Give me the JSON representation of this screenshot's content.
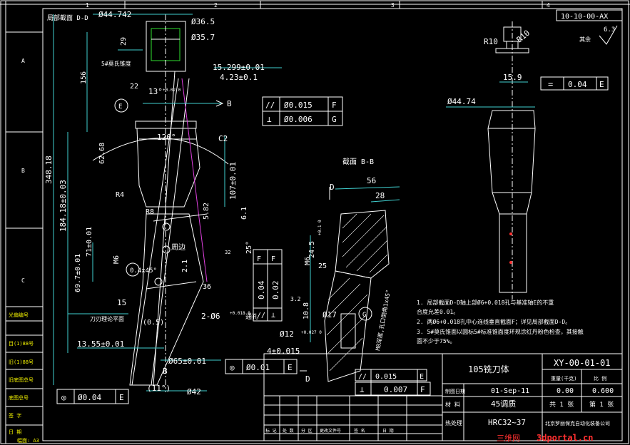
{
  "border": {
    "cols": [
      "1",
      "2",
      "3",
      "4"
    ],
    "rows": [
      "A",
      "B",
      "C"
    ]
  },
  "left_strip": [
    "光偏编号",
    "目(1)88号",
    "旧(1)88号",
    "旧底图总号",
    "底图总号",
    "签 字",
    "日 期"
  ],
  "sheet": {
    "label": "幅面: A3"
  },
  "drawing_no_top": "10-10-00-AX",
  "roughness": {
    "value": "6.3",
    "rest": "其余"
  },
  "section_dd": {
    "label": "局部截面 D-D",
    "dims": [
      "Ø44.742",
      "Ø36.5",
      "Ø35.7",
      "29",
      "156",
      "5#莫氏锥度",
      "15.299±0.01",
      "4.23±0.1",
      "22",
      "13°",
      "+0.02\n0",
      "B",
      "E"
    ]
  },
  "gdt_top": {
    "row1": [
      "//",
      "Ø0.015",
      "F"
    ],
    "row2": [
      "⊥",
      "Ø0.006",
      "G"
    ]
  },
  "main_dims": {
    "left": [
      "348.18",
      "184.18±0.03",
      "71±0.01",
      "69.7±0.01",
      "62.68"
    ],
    "center": [
      "120°",
      "C2",
      "R4",
      "R8",
      "5.82",
      "107±0.01",
      "6.1",
      "M6",
      "F",
      "0.4x45°",
      "周边",
      "32",
      "25°",
      "36",
      "2.1"
    ],
    "bottom": [
      "15",
      "刀刃理论平面",
      "(0.5)",
      "13.55±0.01",
      "Ø65±0.01",
      "(11°)",
      "Ø42",
      "B",
      "2-Ø6",
      "+0.018\n0",
      "通孔"
    ]
  },
  "gdt_side": {
    "row1": [
      "//",
      "0.04",
      "F"
    ],
    "row2": [
      "⊥",
      "0.02",
      "F"
    ]
  },
  "gdt_bottom_center": [
    "◎",
    "Ø0.01",
    "E"
  ],
  "gdt_bottom_left": [
    "◎",
    "Ø0.04",
    "E"
  ],
  "section_bb": {
    "label": "截面 B-B",
    "dims": [
      "D",
      "56",
      "28",
      "24.5",
      "+0.1\n0",
      "M6",
      "25",
      "3.2",
      "10.8",
      "Ø17",
      "Ø12",
      "+0.027\n0",
      "M8深度,孔口倒角1x45°",
      "G",
      "4±0.015",
      "D"
    ]
  },
  "gdt_bb": {
    "row1": [
      "//",
      "0.015",
      "E"
    ],
    "row2": [
      "⊥",
      "0.007",
      "F"
    ]
  },
  "right_view": {
    "dims": [
      "R10",
      "R10",
      "15.9",
      "Ø44.74"
    ],
    "gdt": [
      "=",
      "0.04",
      "E"
    ]
  },
  "notes": [
    "1. 局部截面D-D轴上部Ø6+0.018孔与基准轴E的不重",
    "   合度允差0.01。",
    "2. 两Ø6+0.018孔中心连线垂直截面F；详见局部截面D-D。",
    "3. 5#莫氏锥面以圆标5#标准锥面度环规涂红丹粉色检查，其接触",
    "   面不少于75%。"
  ],
  "title_block": {
    "part_name": "105铣刀体",
    "drawing_no": "XY-00-01-01",
    "weight_label": "重量(千克)",
    "scale_label": "比 例",
    "date_label": "制图日期",
    "date": "01-Sep-11",
    "weight": "0.00",
    "scale": "0.600",
    "material_label": "材 料",
    "material": "45调质",
    "sheets": "共 1 张",
    "sheet_no": "第 1 张",
    "heat_label": "热处理",
    "heat": "HRC32~37",
    "company": "北京罗丽保克自动化装备公司",
    "rev_cols": [
      "标 记",
      "处 数",
      "分 区",
      "更改文件号",
      "签 名",
      "日 期"
    ]
  },
  "watermark": {
    "cn": "三维网",
    "en": "3dportal.cn"
  }
}
